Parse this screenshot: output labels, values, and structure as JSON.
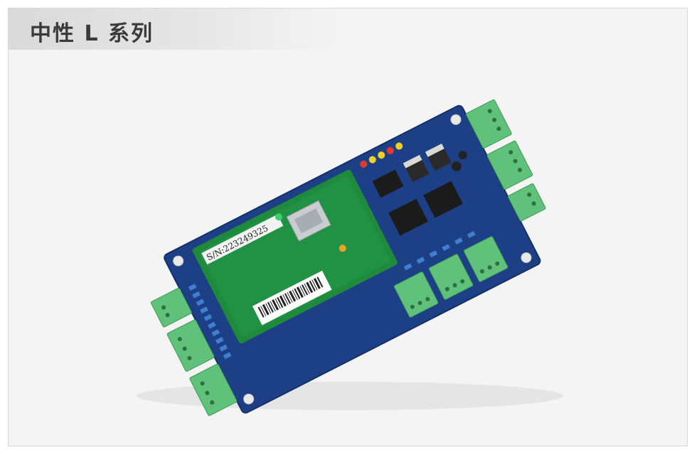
{
  "header": {
    "title": "中性 L 系列"
  },
  "image": {
    "subject": "access-controller-circuit-board",
    "serial_label": "S/N:223249325"
  },
  "colors": {
    "board_blue": "#1d3f86",
    "daughterboard_green": "#1f8a3c",
    "terminal_green": "#5fc17a",
    "background": "#f4f4f5",
    "title_bg": "#dcdcdc"
  }
}
